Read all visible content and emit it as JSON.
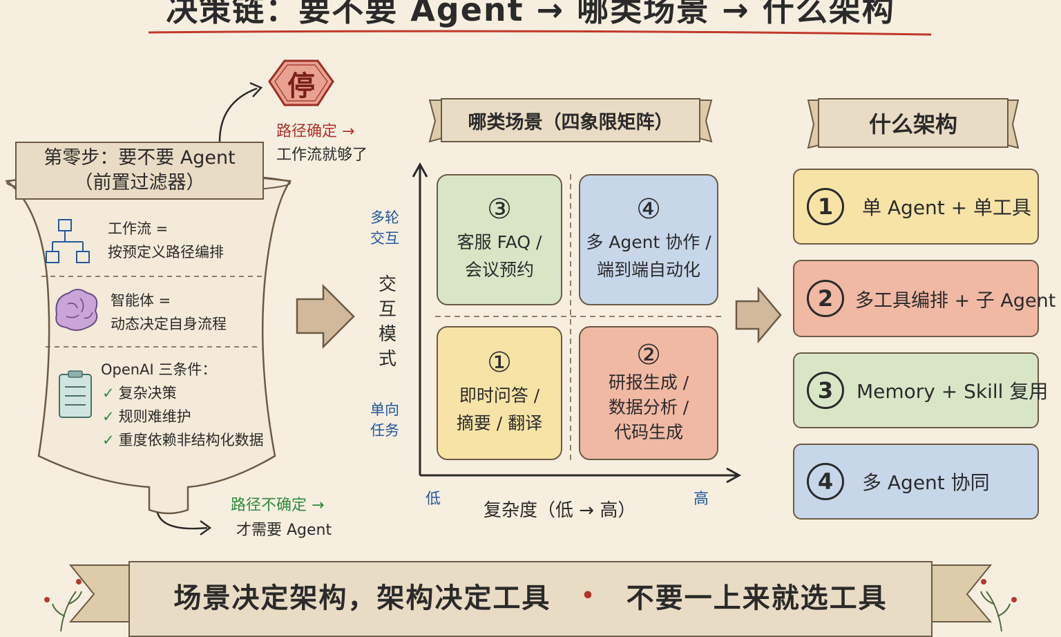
{
  "title": "决策链：要不要 Agent → 哪类场景 → 什么架构",
  "colors": {
    "background": "#f6efe0",
    "green_quad": "#d9e6c6",
    "blue_quad": "#c8d6ea",
    "yellow_quad": "#f7e3a6",
    "red_quad": "#f0b9a4",
    "stop_sign": "#e8a190",
    "check": "#2f8a3c"
  },
  "funnel": {
    "header_line1": "第零步：要不要 Agent",
    "header_line2": "（前置过滤器）",
    "workflow_line1": "工作流 =",
    "workflow_line2": "按预定义路径编排",
    "agent_line1": "智能体 =",
    "agent_line2": "动态决定自身流程",
    "openai_title": "OpenAI 三条件：",
    "conditions": [
      "复杂决策",
      "规则难维护",
      "重度依赖非结构化数据"
    ],
    "stop_label": "停",
    "certain_line1": "路径确定 →",
    "certain_line2": "工作流就够了",
    "uncertain_line1": "路径不确定 →",
    "uncertain_line2": "才需要 Agent",
    "icons": [
      "flowchart-icon",
      "brain-icon",
      "clipboard-icon",
      "check-icon",
      "stop-sign-icon"
    ]
  },
  "matrix": {
    "header": "哪类场景（四象限矩阵）",
    "y_axis_title": "交互模式",
    "y_high": "多轮交互",
    "y_low": "单向任务",
    "x_axis_title": "复杂度（低 → 高）",
    "x_low": "低",
    "x_high": "高",
    "quadrants": [
      {
        "num": "③",
        "line1": "客服 FAQ /",
        "line2": "会议预约",
        "line3": ""
      },
      {
        "num": "④",
        "line1": "多 Agent 协作 /",
        "line2": "端到端自动化",
        "line3": ""
      },
      {
        "num": "①",
        "line1": "即时问答 /",
        "line2": "摘要 / 翻译",
        "line3": ""
      },
      {
        "num": "②",
        "line1": "研报生成 /",
        "line2": "数据分析 /",
        "line3": "代码生成"
      }
    ]
  },
  "architecture": {
    "header": "什么架构",
    "items": [
      {
        "num": "1",
        "label": "单 Agent + 单工具",
        "color": "#f7e3a6"
      },
      {
        "num": "2",
        "label": "多工具编排 + 子 Agent",
        "color": "#f0b9a4"
      },
      {
        "num": "3",
        "label": "Memory + Skill 复用",
        "color": "#d9e6c6"
      },
      {
        "num": "4",
        "label": "多 Agent 协同",
        "color": "#c8d6ea"
      }
    ]
  },
  "footer": {
    "left": "场景决定架构，架构决定工具",
    "separator": "•",
    "right": "不要一上来就选工具"
  }
}
